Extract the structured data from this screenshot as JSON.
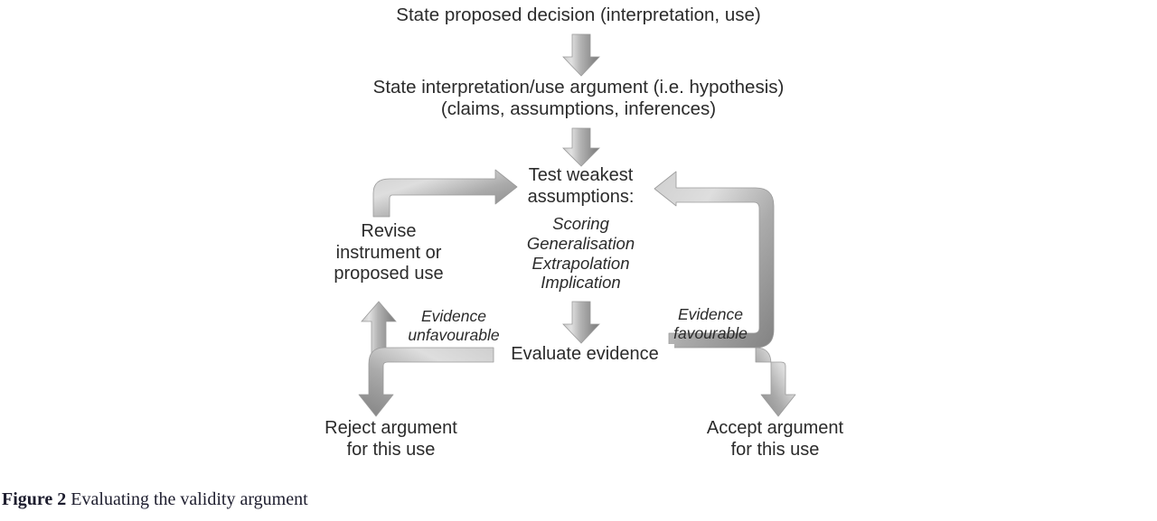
{
  "figure": {
    "caption_label": "Figure 2",
    "caption_text": "Evaluating the validity argument",
    "arrow_fill_light": "#d0d0d0",
    "arrow_fill_mid": "#a8a8a8",
    "arrow_fill_dark": "#7c7c7c",
    "text_color": "#2b2b2b"
  },
  "nodes": {
    "proposed_decision": "State proposed decision (interpretation, use)",
    "iu_argument": "State interpretation/use argument (i.e. hypothesis)\n(claims, assumptions, inferences)",
    "test_assumptions_title": "Test weakest\nassumptions:",
    "test_assumptions_items": "Scoring\nGeneralisation\nExtrapolation\nImplication",
    "revise": "Revise\ninstrument or\nproposed use",
    "evaluate_evidence": "Evaluate evidence",
    "reject": "Reject argument\nfor this use",
    "accept": "Accept argument\nfor this use"
  },
  "edge_labels": {
    "unfavourable": "Evidence\nunfavourable",
    "favourable": "Evidence\nfavourable"
  },
  "flow": {
    "type": "flowchart",
    "steps": [
      "State proposed decision (interpretation, use)",
      "State interpretation/use argument (i.e. hypothesis) (claims, assumptions, inferences)",
      "Test weakest assumptions: Scoring, Generalisation, Extrapolation, Implication",
      "Evaluate evidence"
    ],
    "branches": [
      {
        "condition": "Evidence unfavourable",
        "outcomes": [
          "Revise instrument or proposed use",
          "Reject argument for this use"
        ]
      },
      {
        "condition": "Evidence favourable",
        "outcomes": [
          "Test weakest assumptions",
          "Accept argument for this use"
        ]
      }
    ]
  }
}
